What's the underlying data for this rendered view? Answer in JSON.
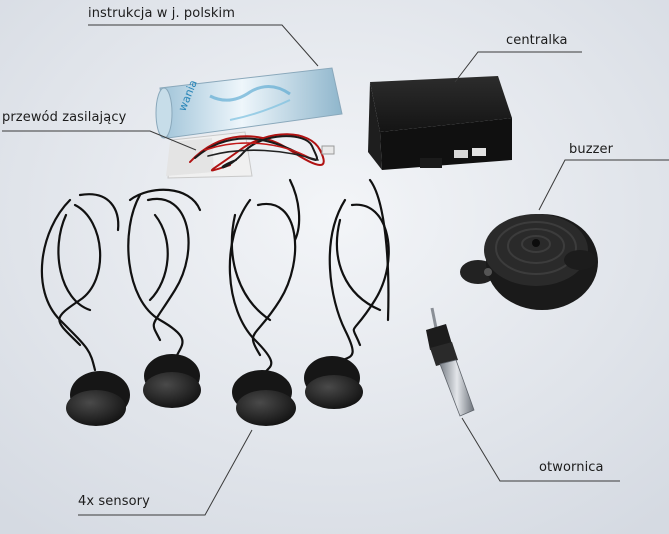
{
  "labels": {
    "instruction": "instrukcja w j. polskim",
    "power_cable": "przewód zasilający",
    "control_unit": "centralka",
    "buzzer": "buzzer",
    "hole_saw": "otwornica",
    "sensors": "4x sensory"
  },
  "colors": {
    "background_top": "#f1f3f6",
    "background_bottom": "#d9dee5",
    "device_black": "#1a1a1a",
    "leader_line": "#3a3a3a"
  }
}
